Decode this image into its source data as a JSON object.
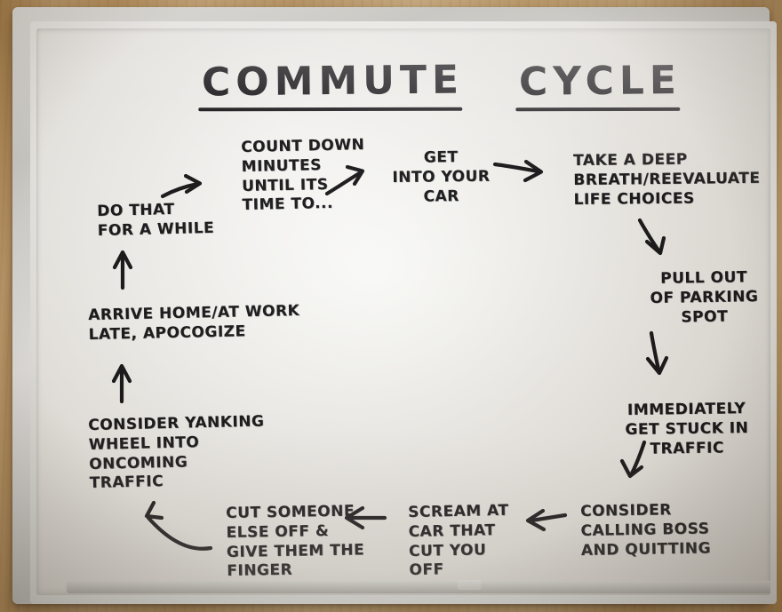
{
  "scene": {
    "surface": "whiteboard",
    "wall_color": "#c9a877",
    "frame_color": "#dcdcd9",
    "board_color": "#f6f6f3",
    "ink_color": "#17171a"
  },
  "title": {
    "word1": "COMMUTE",
    "word2": "CYCLE",
    "full": "COMMUTE CYCLE"
  },
  "diagram": {
    "type": "flowchart-cycle",
    "nodes": [
      {
        "id": "count-down",
        "text": "COUNT DOWN\nMINUTES\nUNTIL ITS\n    TIME TO..."
      },
      {
        "id": "get-into-car",
        "text": "GET\nINTO YOUR\nCAR"
      },
      {
        "id": "take-deep-breath",
        "text": "TAKE A DEEP\nBREATH/REEVALUATE\n LIFE CHOICES"
      },
      {
        "id": "pull-out-parking",
        "text": "PULL OUT\nOF PARKING\nSPOT"
      },
      {
        "id": "stuck-in-traffic",
        "text": "IMMEDIATELY\nGET STUCK IN\nTRAFFIC"
      },
      {
        "id": "calling-boss",
        "text": "CONSIDER\nCALLING BOSS\nAND QUITTING"
      },
      {
        "id": "scream-at-car",
        "text": "SCREAM AT\nCAR THAT\nCUT YOU\n   OFF"
      },
      {
        "id": "cut-someone-off",
        "text": "CUT SOMEONE\nELSE OFF &\nGIVE THEM THE\n   FINGER"
      },
      {
        "id": "yanking-wheel",
        "text": "CONSIDER YANKING\nWHEEL INTO\nONCOMING\nTRAFFIC"
      },
      {
        "id": "arrive-late",
        "text": "ARRIVE HOME/AT WORK\nLATE, APOCOGIZE"
      },
      {
        "id": "do-that-for-while",
        "text": "DO THAT\nFOR A WHILE"
      }
    ],
    "edges": [
      {
        "from": "do-that-for-while",
        "to": "count-down",
        "direction": "right"
      },
      {
        "from": "count-down",
        "to": "get-into-car",
        "direction": "right"
      },
      {
        "from": "get-into-car",
        "to": "take-deep-breath",
        "direction": "right"
      },
      {
        "from": "take-deep-breath",
        "to": "pull-out-parking",
        "direction": "down"
      },
      {
        "from": "pull-out-parking",
        "to": "stuck-in-traffic",
        "direction": "down"
      },
      {
        "from": "stuck-in-traffic",
        "to": "calling-boss",
        "direction": "down-left"
      },
      {
        "from": "calling-boss",
        "to": "scream-at-car",
        "direction": "left"
      },
      {
        "from": "scream-at-car",
        "to": "cut-someone-off",
        "direction": "left"
      },
      {
        "from": "cut-someone-off",
        "to": "yanking-wheel",
        "direction": "curve-up-left"
      },
      {
        "from": "yanking-wheel",
        "to": "arrive-late",
        "direction": "up"
      },
      {
        "from": "arrive-late",
        "to": "do-that-for-while",
        "direction": "up"
      }
    ]
  }
}
